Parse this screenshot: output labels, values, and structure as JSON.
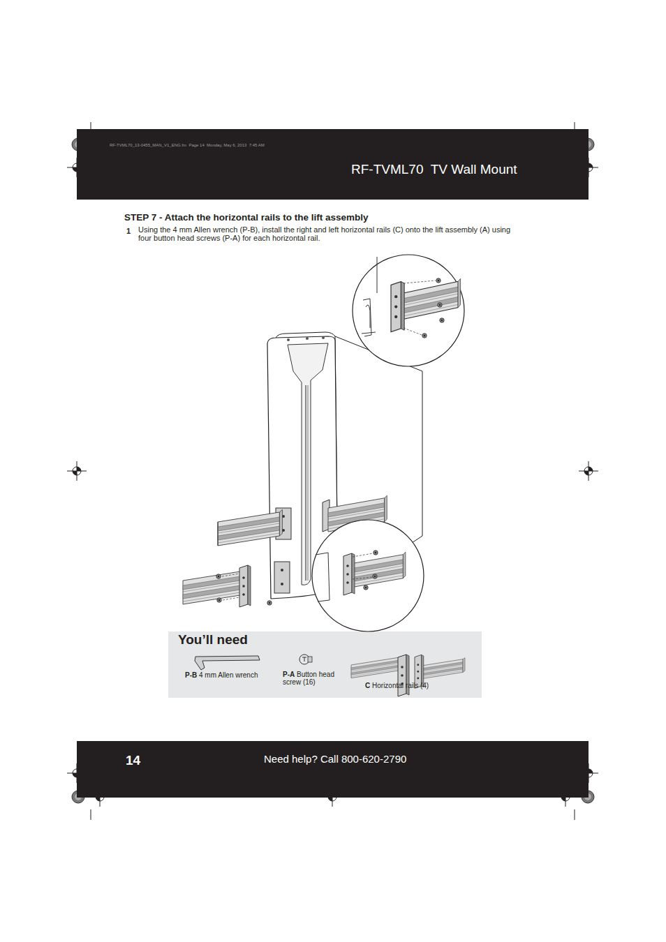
{
  "diagram": {
    "title": "STEP 7 - Attach the horizontal rails to the lift assembly",
    "nodes": [
      {
        "text": [
          "RF-TVML70  TV Wall Mount"
        ]
      },
      {
        "text": [
          "You’ll need"
        ]
      },
      {
        "text": [
          "14",
          "Need help? Call 800-620-2790"
        ]
      }
    ],
    "edges": [],
    "labels": [
      "RF-TVML70_13-0455_MAN_V1_ENG.fm  Page 14  Monday, May 6, 2013  7:45 AM",
      "1",
      "Using the 4 mm Allen wrench (P-B), install the right and left horizontal rails (C) onto the lift assembly (A) using four button head screws (P-A) for each horizontal rail.",
      "P-B",
      "4 mm Allen wrench",
      "P-A",
      "Button head screw (16)",
      "C",
      "Horizontal rails (4)"
    ]
  }
}
